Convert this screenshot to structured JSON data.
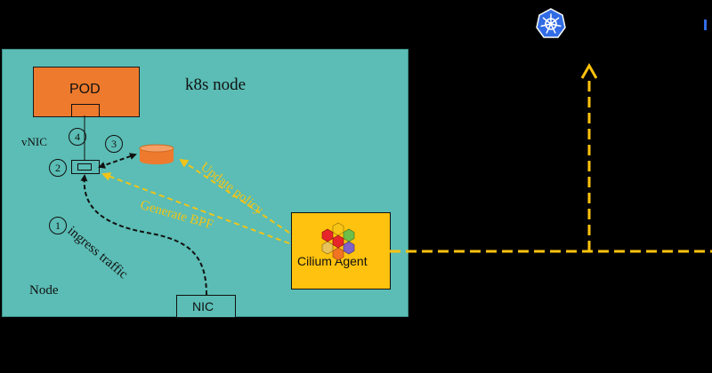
{
  "pod": {
    "label": "POD"
  },
  "k8s_node": {
    "label": "k8s node"
  },
  "vnic": {
    "label": "vNIC"
  },
  "node": {
    "label": "Node"
  },
  "nic": {
    "label": "NIC"
  },
  "steps": [
    "1",
    "2",
    "3",
    "4"
  ],
  "edges": {
    "ingress": "ingress traffic",
    "update_policy": "Update policy",
    "generate_bpf": "Generate BPF"
  },
  "agent": {
    "label": "Cilium Agent"
  },
  "icons": {
    "kubernetes": "kubernetes-logo-icon",
    "cilium": "cilium-logo-icon",
    "bpf_map": "bpf-map-cylinder-icon"
  },
  "colors": {
    "node_fill": "#5bbdb5",
    "pod_fill": "#ee7a2d",
    "agent_fill": "#ffc20e",
    "arrow_yellow": "#f0c419",
    "kubernetes_blue": "#326ce5"
  }
}
